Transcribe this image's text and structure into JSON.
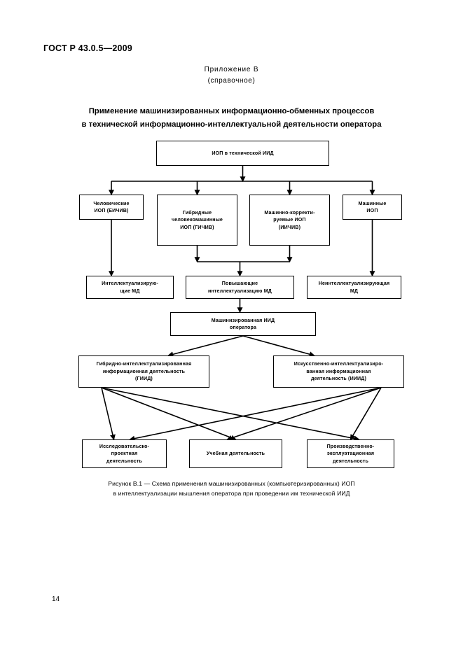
{
  "document": {
    "standard_number": "ГОСТ Р 43.0.5—2009",
    "page_number": "14",
    "annex_title": "Приложение В",
    "annex_subtitle": "(справочное)",
    "section_heading_line1": "Применение машинизированных информационно-обменных процессов",
    "section_heading_line2": "в технической информационно-интеллектуальной деятельности оператора",
    "figure_caption_line1": "Рисунок В.1 — Схема применения машинизированных (компьютеризированных) ИОП",
    "figure_caption_line2": "в интеллектуализации мышления оператора при проведении им технической ИИД"
  },
  "diagram": {
    "type": "flowchart",
    "levels": [
      {
        "level": 1,
        "nodes": [
          {
            "id": "n1",
            "label": "ИОП в технической ИИД"
          }
        ]
      },
      {
        "level": 2,
        "nodes": [
          {
            "id": "n2",
            "label": "Человеческие\nИОП (ЕИЧИВ)"
          },
          {
            "id": "n3",
            "label": "Гибридные\nчеловекомашинные\nИОП (ГИЧИВ)"
          },
          {
            "id": "n4",
            "label": "Машинно-корректи-\nруемые ИОП\n(ИИЧИВ)"
          },
          {
            "id": "n5",
            "label": "Машинные\nИОП"
          }
        ]
      },
      {
        "level": 3,
        "nodes": [
          {
            "id": "n6",
            "label": "Интеллектуализирую-\nщие МД"
          },
          {
            "id": "n7",
            "label": "Повышающие\nинтеллектуализацию МД"
          },
          {
            "id": "n8",
            "label": "Неинтеллектуализирующая\nМД"
          }
        ]
      },
      {
        "level": 4,
        "nodes": [
          {
            "id": "n9",
            "label": "Машинизированная ИИД\nоператора"
          }
        ]
      },
      {
        "level": 5,
        "nodes": [
          {
            "id": "n10",
            "label": "Гибридно-интеллектуализированная\nинформационная деятельность\n(ГИИД)"
          },
          {
            "id": "n11",
            "label": "Искусственно-интеллектуализиро-\nванная информационная\nдеятельность (ИИИД)"
          }
        ]
      },
      {
        "level": 6,
        "nodes": [
          {
            "id": "n12",
            "label": "Исследовательско-\nпроектная\nдеятельность"
          },
          {
            "id": "n13",
            "label": "Учебная деятельность"
          },
          {
            "id": "n14",
            "label": "Производственно-\nэксплуатационная\nдеятельность"
          }
        ]
      }
    ],
    "edges": [
      {
        "from": "n1",
        "to": "n2"
      },
      {
        "from": "n1",
        "to": "n3"
      },
      {
        "from": "n1",
        "to": "n4"
      },
      {
        "from": "n1",
        "to": "n5"
      },
      {
        "from": "n2",
        "to": "n6"
      },
      {
        "from": "n3",
        "to": "n7"
      },
      {
        "from": "n4",
        "to": "n7"
      },
      {
        "from": "n5",
        "to": "n8"
      },
      {
        "from": "n7",
        "to": "n9"
      },
      {
        "from": "n9",
        "to": "n10"
      },
      {
        "from": "n9",
        "to": "n11"
      },
      {
        "from": "n10",
        "to": "n12"
      },
      {
        "from": "n10",
        "to": "n13"
      },
      {
        "from": "n10",
        "to": "n14"
      },
      {
        "from": "n11",
        "to": "n12"
      },
      {
        "from": "n11",
        "to": "n13"
      },
      {
        "from": "n11",
        "to": "n14"
      }
    ]
  },
  "colors": {
    "page_background": "#ffffff",
    "text": "#000000",
    "line": "#000000"
  }
}
